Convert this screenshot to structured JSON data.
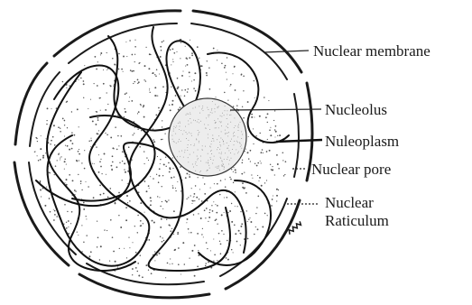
{
  "diagram": {
    "labels": {
      "nuclear_membrane": "Nuclear membrane",
      "nucleolus": "Nucleolus",
      "nucleoplasm": "Nuleoplasm",
      "nuclear_pore": "Nuclear pore",
      "nuclear_reticulum_line1": "Nuclear",
      "nuclear_reticulum_line2": "Raticulum"
    },
    "colors": {
      "ink": "#1a1a1a",
      "background": "#ffffff",
      "nucleolus_fill": "#ededed"
    }
  }
}
